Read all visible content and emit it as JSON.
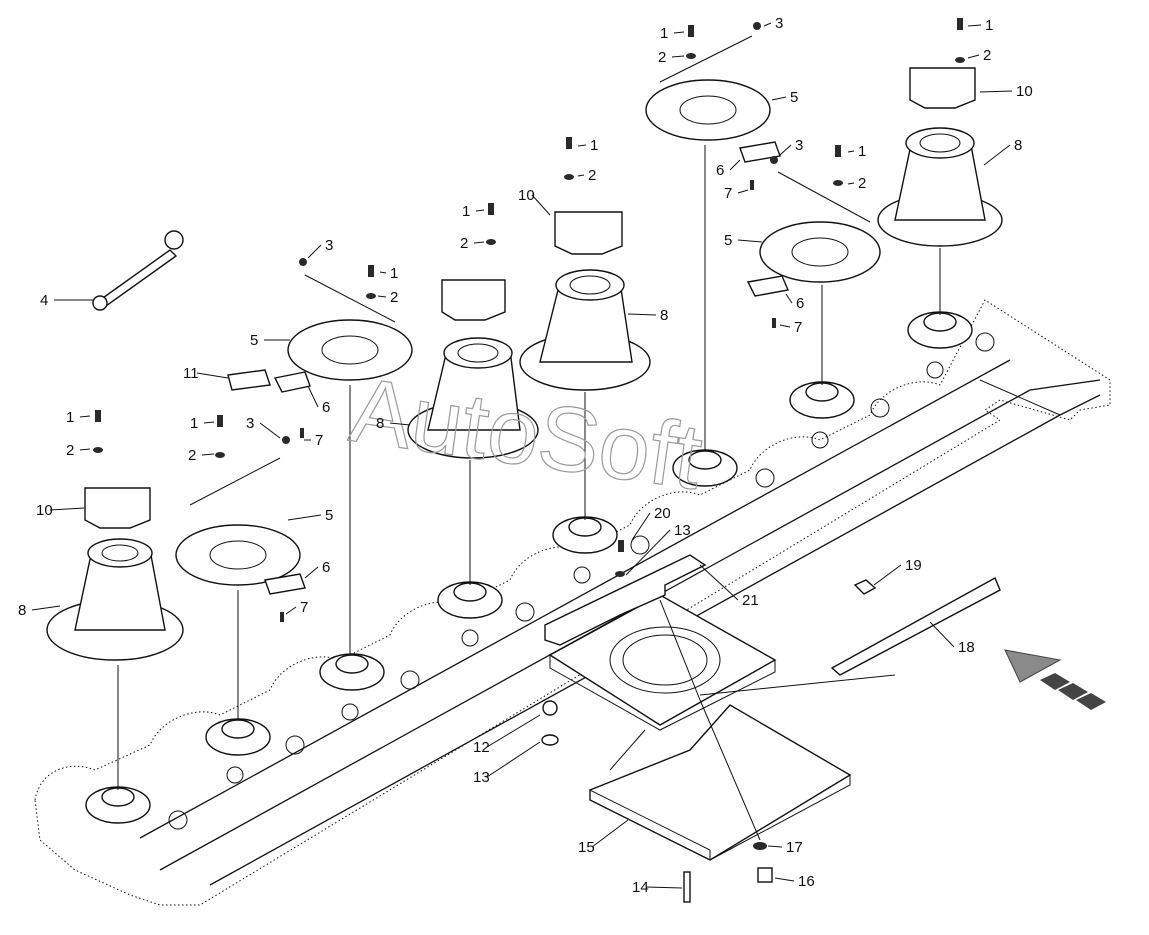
{
  "watermark": "AutoSoft",
  "callouts": [
    {
      "id": "c1a",
      "text": "1"
    },
    {
      "id": "c2a",
      "text": "2"
    },
    {
      "id": "c10a",
      "text": "10"
    },
    {
      "id": "c8a",
      "text": "8"
    },
    {
      "id": "c1b",
      "text": "1"
    },
    {
      "id": "c2b",
      "text": "2"
    },
    {
      "id": "c3b",
      "text": "3"
    },
    {
      "id": "c5b",
      "text": "5"
    },
    {
      "id": "c6b",
      "text": "6"
    },
    {
      "id": "c7b",
      "text": "7"
    },
    {
      "id": "c11",
      "text": "11"
    },
    {
      "id": "c4",
      "text": "4"
    },
    {
      "id": "c3c",
      "text": "3"
    },
    {
      "id": "c1c",
      "text": "1"
    },
    {
      "id": "c2c",
      "text": "2"
    },
    {
      "id": "c5c",
      "text": "5"
    },
    {
      "id": "c6c",
      "text": "6"
    },
    {
      "id": "c7c",
      "text": "7"
    },
    {
      "id": "c1d",
      "text": "1"
    },
    {
      "id": "c2d",
      "text": "2"
    },
    {
      "id": "c8d",
      "text": "8"
    },
    {
      "id": "c10d",
      "text": "10"
    },
    {
      "id": "c1e",
      "text": "1"
    },
    {
      "id": "c2e",
      "text": "2"
    },
    {
      "id": "c8e",
      "text": "8"
    },
    {
      "id": "c1f",
      "text": "1"
    },
    {
      "id": "c2f",
      "text": "2"
    },
    {
      "id": "c3f",
      "text": "3"
    },
    {
      "id": "c5f",
      "text": "5"
    },
    {
      "id": "c6f",
      "text": "6"
    },
    {
      "id": "c7f",
      "text": "7"
    },
    {
      "id": "c3g",
      "text": "3"
    },
    {
      "id": "c1g",
      "text": "1"
    },
    {
      "id": "c2g",
      "text": "2"
    },
    {
      "id": "c5g",
      "text": "5"
    },
    {
      "id": "c6g",
      "text": "6"
    },
    {
      "id": "c7g",
      "text": "7"
    },
    {
      "id": "c1h",
      "text": "1"
    },
    {
      "id": "c2h",
      "text": "2"
    },
    {
      "id": "c10h",
      "text": "10"
    },
    {
      "id": "c8h",
      "text": "8"
    },
    {
      "id": "c20",
      "text": "20"
    },
    {
      "id": "c13a",
      "text": "13"
    },
    {
      "id": "c21",
      "text": "21"
    },
    {
      "id": "c19",
      "text": "19"
    },
    {
      "id": "c18",
      "text": "18"
    },
    {
      "id": "c12",
      "text": "12"
    },
    {
      "id": "c13b",
      "text": "13"
    },
    {
      "id": "c15",
      "text": "15"
    },
    {
      "id": "c17",
      "text": "17"
    },
    {
      "id": "c14",
      "text": "14"
    },
    {
      "id": "c16",
      "text": "16"
    }
  ]
}
